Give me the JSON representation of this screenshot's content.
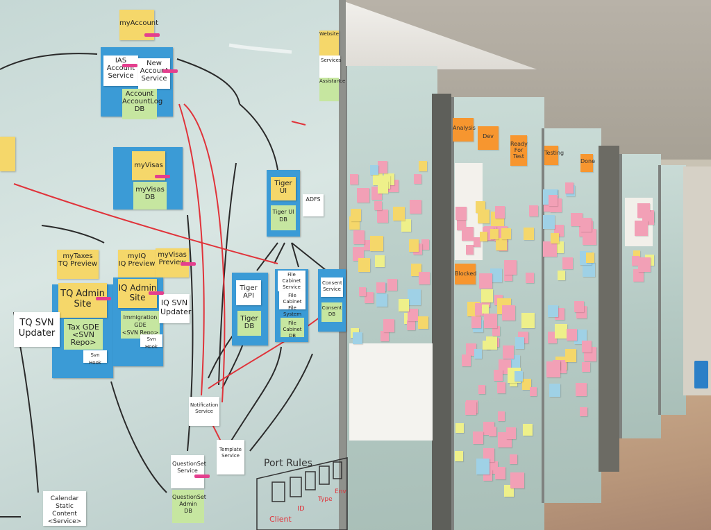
{
  "scene": {
    "description_colors": {
      "board": "#c6d8d5",
      "blue_card": "#3b9bd6",
      "yellow_note": "#f5d76a",
      "green_note": "#c6e6a0",
      "pink_note": "#f2a0b6",
      "orange_note": "#f7962f",
      "marker_red": "#e0333a"
    }
  },
  "whiteboard": {
    "myaccount": "myAccount",
    "ias_account": "IAS\nAccount\nService",
    "new_account": "New\nAccount\nService",
    "account_db": "Account\nAccountLog\nDB",
    "myvisas": "myVisas",
    "myvisas_db": "myVisas\nDB",
    "tiger_ui": "Tiger\nUI",
    "tiger_ui_db": "Tiger UI\nDB",
    "adfs": "ADFS",
    "mytaxes": "myTaxes\nTQ Preview",
    "myiq": "myIQ\nIQ Preview",
    "myvisas_preview": "myVisas\nPreview",
    "tq_admin": "TQ Admin\nSite",
    "iq_admin": "IQ Admin\nSite",
    "iq_svn": "IQ SVN\nUpdater",
    "tq_svn": "TQ SVN\nUpdater",
    "tax_gde": "Tax GDE\n<SVN Repo>",
    "immigration_gde": "Immigration GDE\n<SVN Repo>",
    "svn_hook_1": "Svn Hook",
    "svn_hook_2": "Svn Hook",
    "tiger_api": "Tiger\nAPI",
    "tiger_db": "Tiger\nDB",
    "file_cabinet": "File Cabinet\nService",
    "file_cabinet_fs": "File Cabinet\nFile System",
    "file_cabinet_db": "File Cabinet\nDB",
    "consent_service": "Consent\nService",
    "consent_db": "Consent\nDB",
    "notification": "Notification\nService",
    "questionset": "QuestionSet\nService",
    "template": "Template\nService",
    "questionset_db": "QuestionSet\nAdmin\nDB",
    "calendar": "Calendar\nStatic Content\n<Service>",
    "port_rules": "Port Rules",
    "client": "Client",
    "id": "ID",
    "type": "Type",
    "env": "Env",
    "right_notes": [
      "Website",
      "Services",
      "Assistance"
    ]
  },
  "kanban": {
    "headers": [
      "Analysis",
      "Dev",
      "Ready For Test",
      "Testing",
      "Done",
      "Blocked"
    ]
  }
}
